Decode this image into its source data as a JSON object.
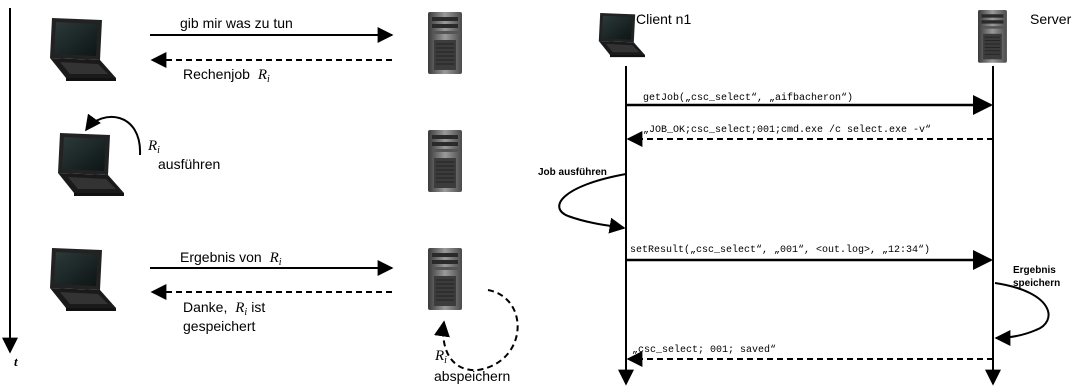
{
  "left_diagram": {
    "time_label": "t",
    "step1": {
      "request": "gib mir was zu tun",
      "reply_text": "Rechenjob",
      "reply_var": "R",
      "reply_sub": "i"
    },
    "step2": {
      "var": "R",
      "sub": "i",
      "action": "ausführen"
    },
    "step3": {
      "request_text": "Ergebnis von",
      "request_var": "R",
      "request_sub": "i",
      "reply_line1_text": "Danke,",
      "reply_line1_var": "R",
      "reply_line1_sub": "i",
      "reply_line1_tail": "ist",
      "reply_line2": "gespeichert",
      "store_var": "R",
      "store_sub": "i",
      "store_action": "abspeichern"
    }
  },
  "right_diagram": {
    "client_label": "Client n1",
    "server_label": "Server",
    "messages": [
      "getJob(„csc_select“, „aifbacheron“)",
      "„JOB_OK;csc_select;001;cmd.exe /c select.exe -v“",
      "setResult(„csc_select“, „001“, <out.log>, „12:34“)",
      "„csc_select; 001; saved“"
    ],
    "job_note": "Job ausführen",
    "result_note_line1": "Ergebnis",
    "result_note_line2": "speichern"
  },
  "icons": [
    "laptop-icon",
    "server-tower-icon"
  ]
}
